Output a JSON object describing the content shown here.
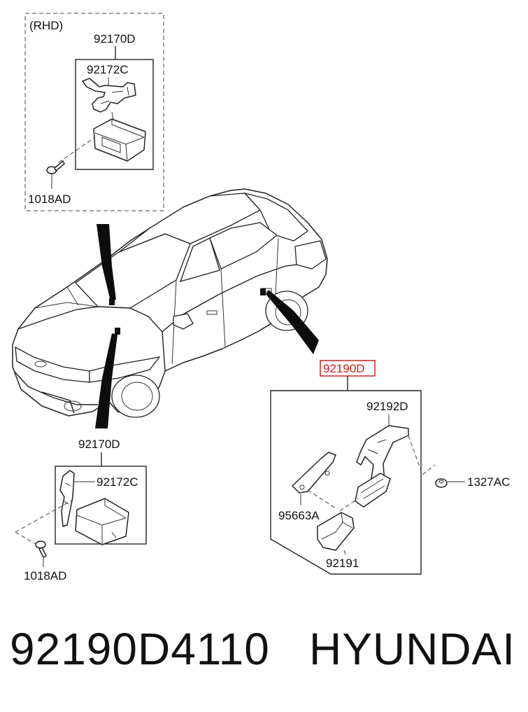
{
  "diagram": {
    "rhd_box": {
      "variant_label": "(RHD)",
      "assembly_label": "92170D",
      "bracket_label": "92172C",
      "screw_label": "1018AD"
    },
    "lhd_box": {
      "assembly_label": "92170D",
      "bracket_label": "92172C",
      "screw_label": "1018AD"
    },
    "door_box": {
      "highlighted_label": "92190D",
      "bracket_label": "92192D",
      "nut_label": "1327AC",
      "antenna_label": "95663A",
      "module_label": "92191"
    }
  },
  "footer": {
    "part_number": "92190D4110",
    "brand": "HYUNDAI"
  },
  "colors": {
    "highlight": "#cc2222",
    "line": "#222222"
  }
}
